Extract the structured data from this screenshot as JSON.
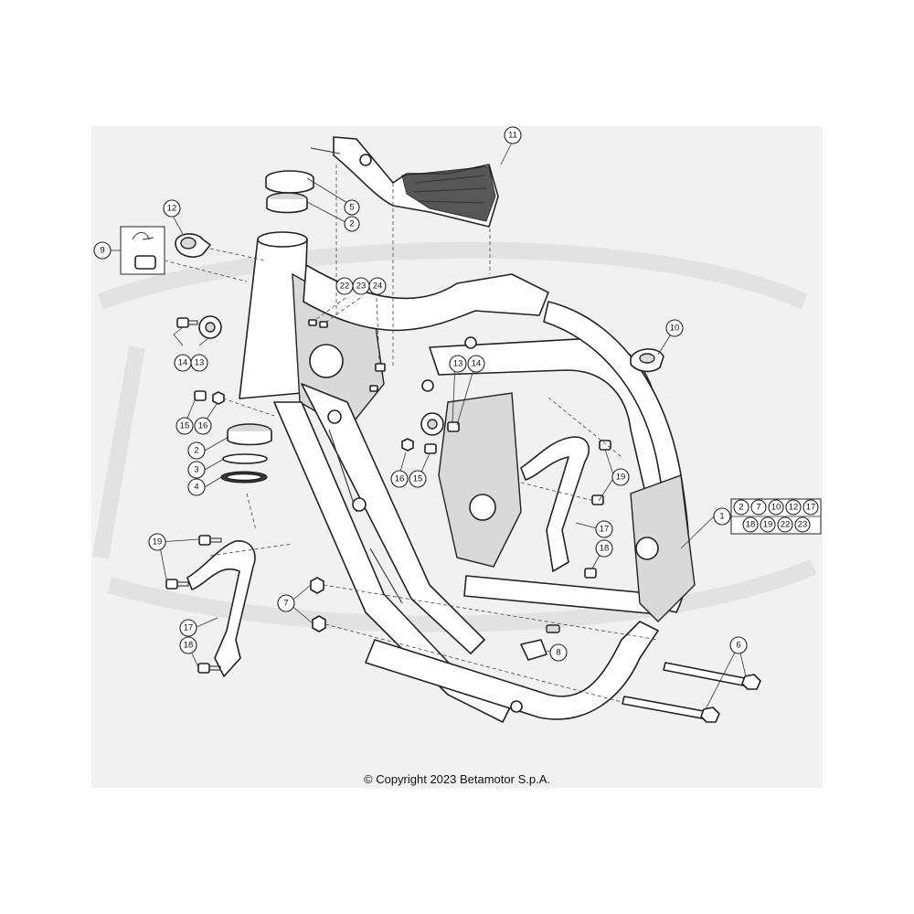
{
  "copyright": "© Copyright 2023 Betamotor S.p.A.",
  "callouts": {
    "c1": "1",
    "c2a": "2",
    "c2b": "2",
    "c3": "3",
    "c4": "4",
    "c5": "5",
    "c6": "6",
    "c7": "7",
    "c8": "8",
    "c9": "9",
    "c10": "10",
    "c11": "11",
    "c12": "12",
    "c13a": "13",
    "c13b": "13",
    "c14a": "14",
    "c14b": "14",
    "c15a": "15",
    "c15b": "15",
    "c16a": "16",
    "c16b": "16",
    "c17a": "17",
    "c17b": "17",
    "c18a": "18",
    "c18b": "18",
    "c19a": "19",
    "c19b": "19",
    "c22": "22",
    "c23": "23",
    "c24": "24"
  },
  "kit": {
    "row1": [
      "2",
      "7",
      "10",
      "12",
      "17"
    ],
    "row2": [
      "18",
      "19",
      "22",
      "23"
    ]
  }
}
